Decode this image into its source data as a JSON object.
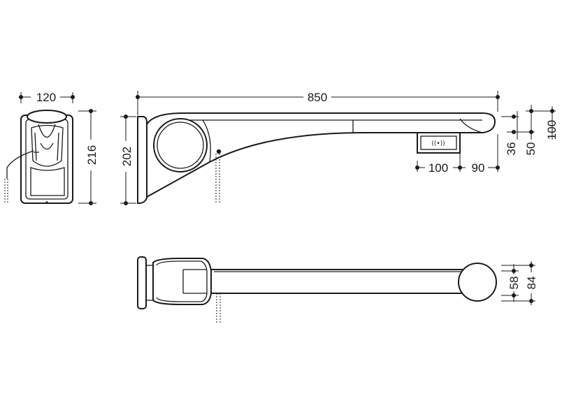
{
  "dimensions": {
    "side_width": "120",
    "side_height": "216",
    "front_height": "202",
    "overall_length": "850",
    "module_width": "100",
    "module_offset": "90",
    "height_36": "36",
    "height_50": "50",
    "height_100": "100",
    "top_58": "58",
    "top_84": "84"
  },
  "colors": {
    "line": "#1a1a1a",
    "background": "#ffffff"
  }
}
